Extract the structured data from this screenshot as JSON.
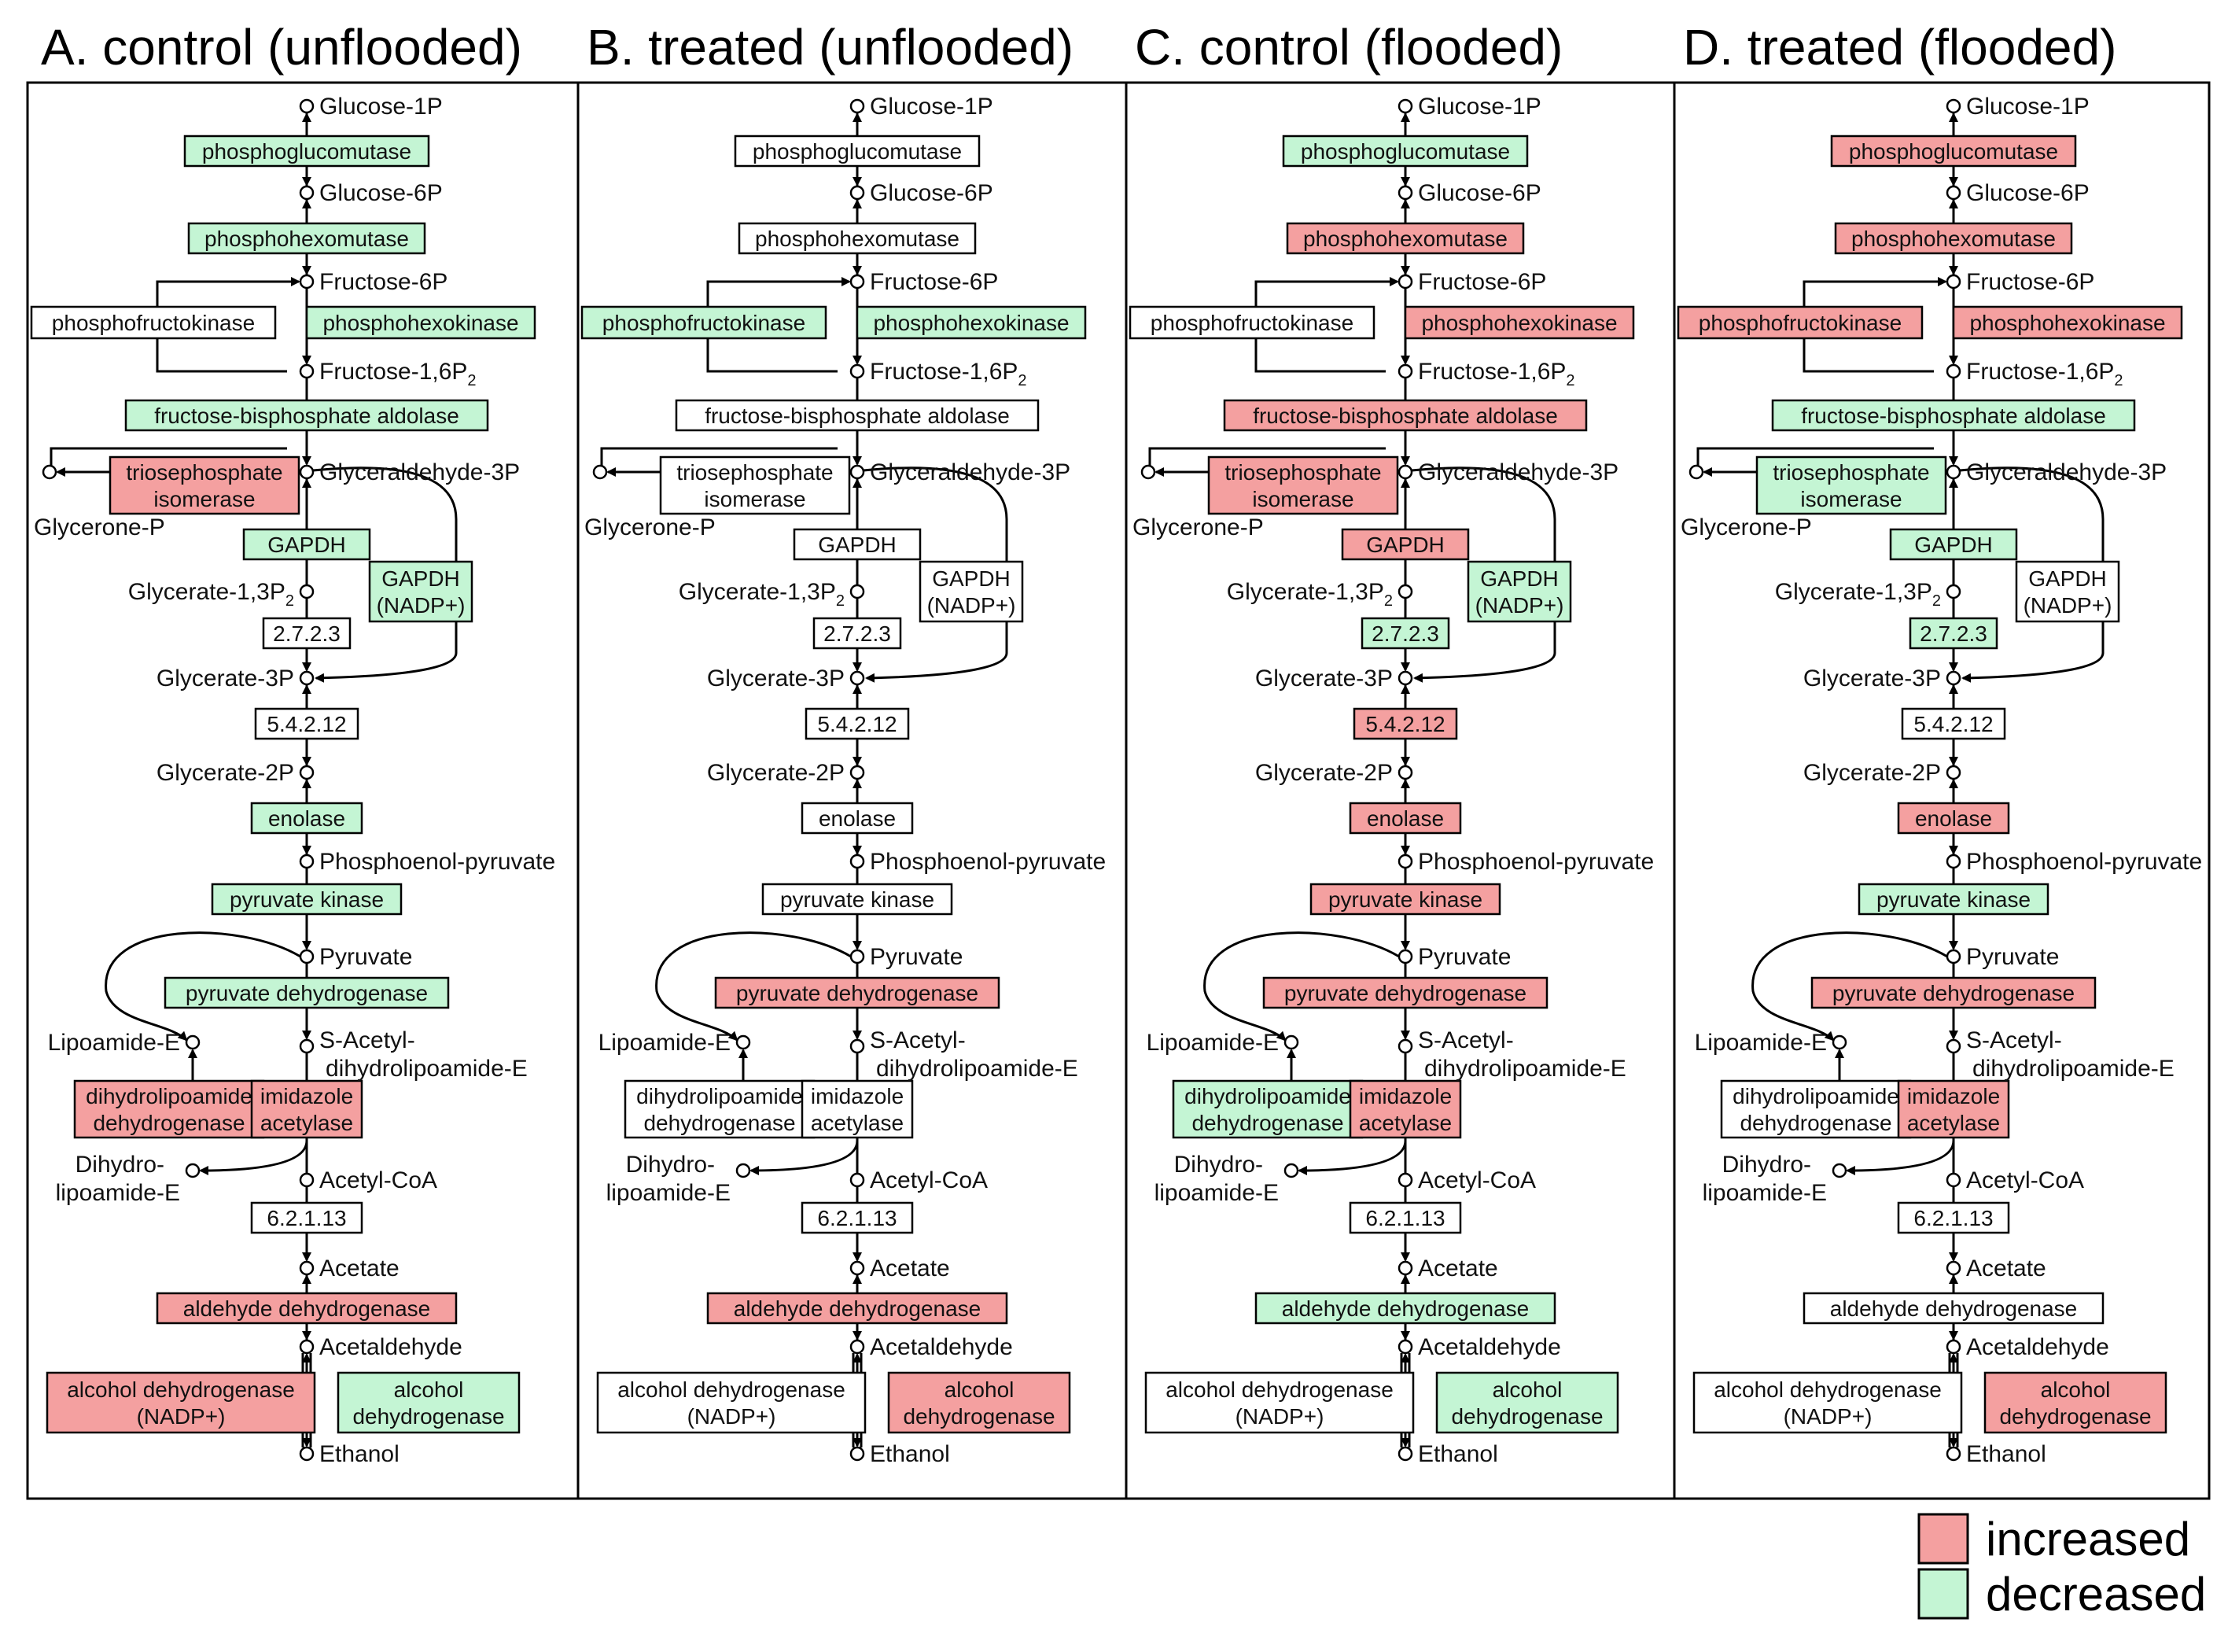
{
  "colors": {
    "increased": "#f4a0a0",
    "decreased": "#c4f5d4",
    "none": "#ffffff",
    "stroke": "#000000"
  },
  "panels": [
    {
      "title": "A. control (unflooded)"
    },
    {
      "title": "B. treated (unflooded)"
    },
    {
      "title": "C. control (flooded)"
    },
    {
      "title": "D. treated (flooded)"
    }
  ],
  "metabolites": {
    "glucose_1p": "Glucose-1P",
    "glucose_6p": "Glucose-6P",
    "fructose_6p": "Fructose-6P",
    "fructose_16p2": "Fructose-1,6P",
    "fructose_16p2_sub": "2",
    "glyceraldehyde_3p": "Glyceraldehyde-3P",
    "glycerone_p": "Glycerone-P",
    "glycerate_13p2": "Glycerate-1,3P",
    "glycerate_13p2_sub": "2",
    "glycerate_3p": "Glycerate-3P",
    "glycerate_2p": "Glycerate-2P",
    "phosphoenol_pyruvate": "Phosphoenol-pyruvate",
    "pyruvate": "Pyruvate",
    "lipoamide_e": "Lipoamide-E",
    "s_acetyl_1": "S-Acetyl-",
    "s_acetyl_2": "dihydrolipoamide-E",
    "dihydro_1": "Dihydro-",
    "dihydro_2": "lipoamide-E",
    "acetyl_coa": "Acetyl-CoA",
    "acetate": "Acetate",
    "acetaldehyde": "Acetaldehyde",
    "ethanol": "Ethanol"
  },
  "enzymes": [
    {
      "key": "pgm",
      "lines": [
        "phosphoglucomutase"
      ],
      "states": [
        "decreased",
        "none",
        "decreased",
        "increased"
      ]
    },
    {
      "key": "phm",
      "lines": [
        "phosphohexomutase"
      ],
      "states": [
        "decreased",
        "none",
        "increased",
        "increased"
      ]
    },
    {
      "key": "pfk",
      "lines": [
        "phosphofructokinase"
      ],
      "states": [
        "none",
        "decreased",
        "none",
        "increased"
      ]
    },
    {
      "key": "phk",
      "lines": [
        "phosphohexokinase"
      ],
      "states": [
        "decreased",
        "decreased",
        "increased",
        "increased"
      ]
    },
    {
      "key": "fba",
      "lines": [
        "fructose-bisphosphate aldolase"
      ],
      "states": [
        "decreased",
        "none",
        "increased",
        "decreased"
      ]
    },
    {
      "key": "tpi",
      "lines": [
        "triosephosphate",
        "isomerase"
      ],
      "states": [
        "increased",
        "none",
        "increased",
        "decreased"
      ]
    },
    {
      "key": "gapdh",
      "lines": [
        "GAPDH"
      ],
      "states": [
        "decreased",
        "none",
        "increased",
        "decreased"
      ]
    },
    {
      "key": "gapdh_nadp",
      "lines": [
        "GAPDH",
        "(NADP+)"
      ],
      "states": [
        "decreased",
        "none",
        "decreased",
        "none"
      ]
    },
    {
      "key": "e2723",
      "lines": [
        "2.7.2.3"
      ],
      "states": [
        "none",
        "none",
        "decreased",
        "decreased"
      ]
    },
    {
      "key": "e54212",
      "lines": [
        "5.4.2.12"
      ],
      "states": [
        "none",
        "none",
        "increased",
        "none"
      ]
    },
    {
      "key": "enolase",
      "lines": [
        "enolase"
      ],
      "states": [
        "decreased",
        "none",
        "increased",
        "increased"
      ]
    },
    {
      "key": "pk",
      "lines": [
        "pyruvate kinase"
      ],
      "states": [
        "decreased",
        "none",
        "increased",
        "decreased"
      ]
    },
    {
      "key": "pdh",
      "lines": [
        "pyruvate dehydrogenase"
      ],
      "states": [
        "decreased",
        "increased",
        "increased",
        "increased"
      ]
    },
    {
      "key": "dld",
      "lines": [
        "dihydrolipoamide",
        "dehydrogenase"
      ],
      "states": [
        "increased",
        "none",
        "decreased",
        "none"
      ]
    },
    {
      "key": "iac",
      "lines": [
        "imidazole",
        "acetylase"
      ],
      "states": [
        "increased",
        "none",
        "increased",
        "increased"
      ]
    },
    {
      "key": "e62113",
      "lines": [
        "6.2.1.13"
      ],
      "states": [
        "none",
        "none",
        "none",
        "none"
      ]
    },
    {
      "key": "aldh",
      "lines": [
        "aldehyde dehydrogenase"
      ],
      "states": [
        "increased",
        "increased",
        "decreased",
        "none"
      ]
    },
    {
      "key": "adh_nadp",
      "lines": [
        "alcohol dehydrogenase",
        "(NADP+)"
      ],
      "states": [
        "increased",
        "none",
        "none",
        "none"
      ]
    },
    {
      "key": "adh",
      "lines": [
        "alcohol",
        "dehydrogenase"
      ],
      "states": [
        "decreased",
        "increased",
        "decreased",
        "increased"
      ]
    }
  ],
  "legend": [
    {
      "key": "increased",
      "label": "increased"
    },
    {
      "key": "decreased",
      "label": "decreased"
    }
  ]
}
